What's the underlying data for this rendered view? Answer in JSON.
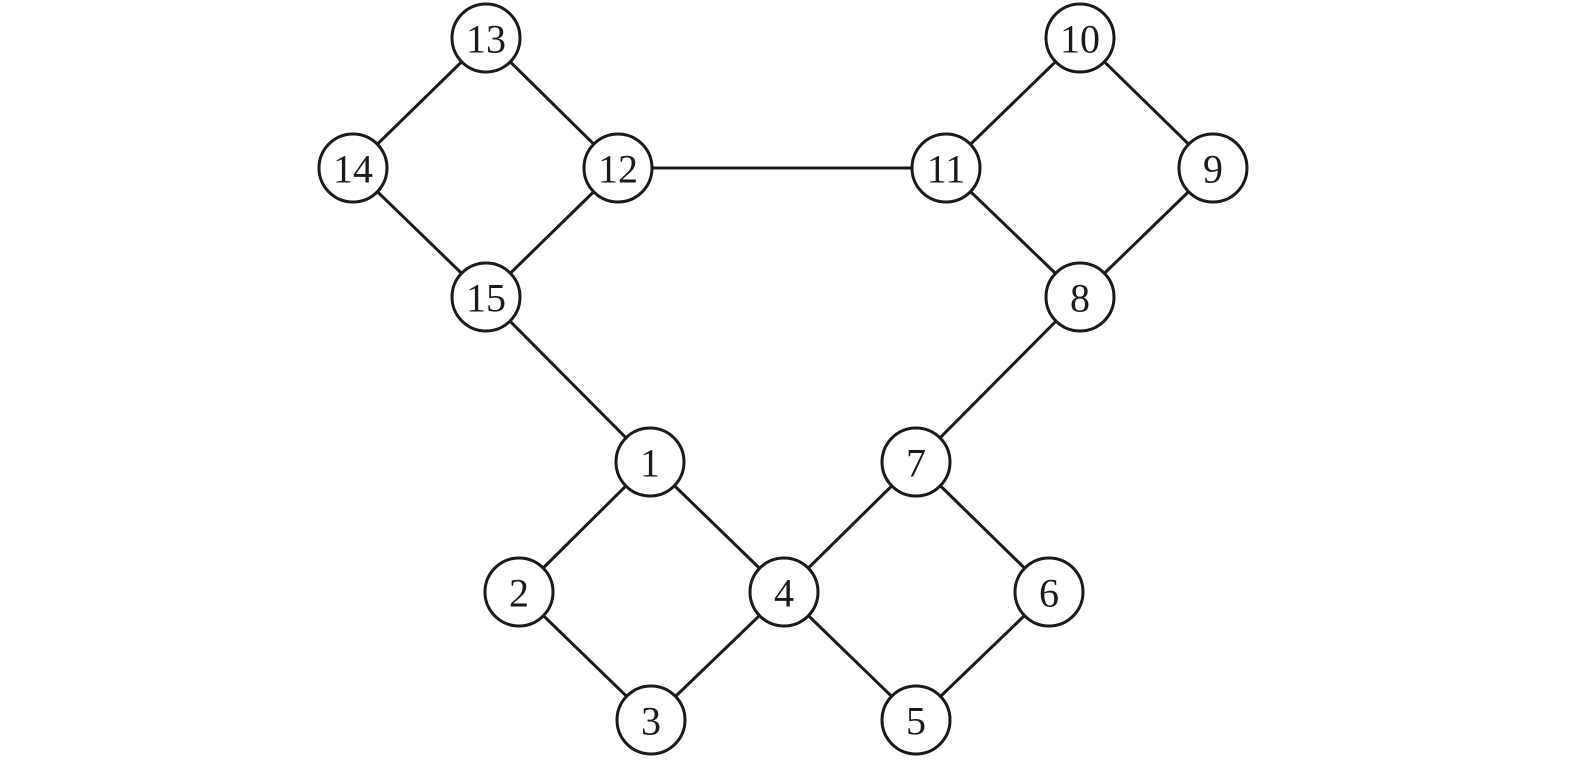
{
  "graph": {
    "nodes": [
      {
        "id": "1",
        "label": "1"
      },
      {
        "id": "2",
        "label": "2"
      },
      {
        "id": "3",
        "label": "3"
      },
      {
        "id": "4",
        "label": "4"
      },
      {
        "id": "5",
        "label": "5"
      },
      {
        "id": "6",
        "label": "6"
      },
      {
        "id": "7",
        "label": "7"
      },
      {
        "id": "8",
        "label": "8"
      },
      {
        "id": "9",
        "label": "9"
      },
      {
        "id": "10",
        "label": "10"
      },
      {
        "id": "11",
        "label": "11"
      },
      {
        "id": "12",
        "label": "12"
      },
      {
        "id": "13",
        "label": "13"
      },
      {
        "id": "14",
        "label": "14"
      },
      {
        "id": "15",
        "label": "15"
      }
    ],
    "edges": [
      [
        "13",
        "14"
      ],
      [
        "13",
        "12"
      ],
      [
        "14",
        "15"
      ],
      [
        "12",
        "15"
      ],
      [
        "12",
        "11"
      ],
      [
        "10",
        "11"
      ],
      [
        "10",
        "9"
      ],
      [
        "11",
        "8"
      ],
      [
        "9",
        "8"
      ],
      [
        "15",
        "1"
      ],
      [
        "8",
        "7"
      ],
      [
        "1",
        "2"
      ],
      [
        "1",
        "4"
      ],
      [
        "2",
        "3"
      ],
      [
        "3",
        "4"
      ],
      [
        "4",
        "7"
      ],
      [
        "4",
        "5"
      ],
      [
        "7",
        "6"
      ],
      [
        "5",
        "6"
      ]
    ],
    "colors": {
      "stroke": "#1a1a1a",
      "fill": "#ffffff"
    }
  }
}
